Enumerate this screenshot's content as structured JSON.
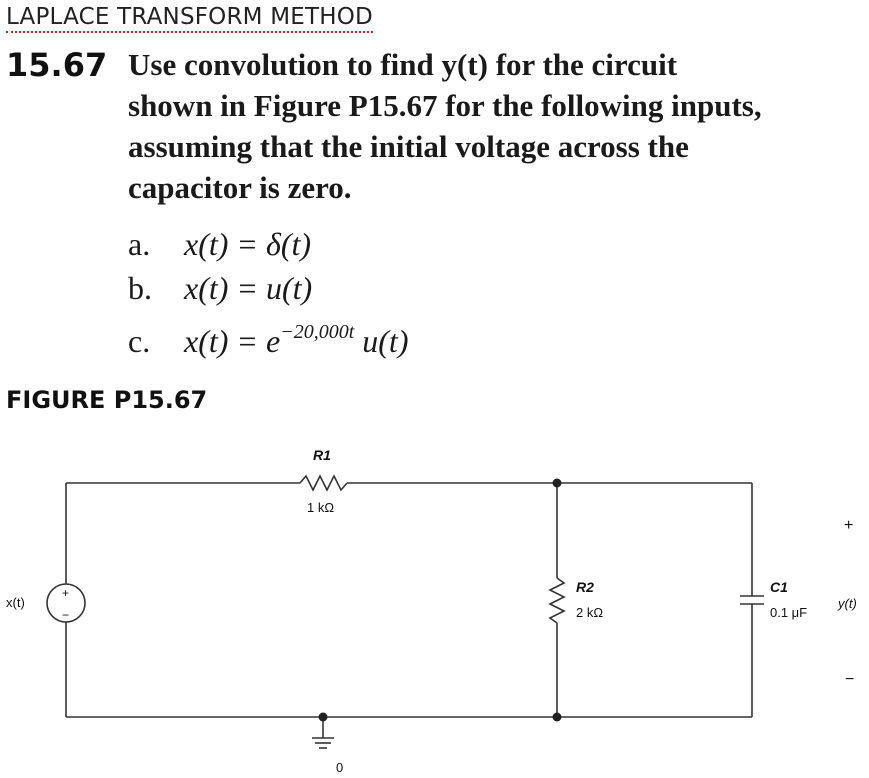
{
  "header": {
    "title": "LAPLACE TRANSFORM METHOD"
  },
  "problem": {
    "number": "15.67",
    "lines": [
      "Use convolution to find y(t) for the circuit",
      "shown in Figure P15.67 for the following inputs,",
      "assuming that the initial voltage across the",
      "capacitor is zero."
    ],
    "parts": [
      {
        "letter": "a.",
        "lhs": "x(t) = δ(t)",
        "exp": "",
        "rhs": ""
      },
      {
        "letter": "b.",
        "lhs": "x(t) = u(t)",
        "exp": "",
        "rhs": ""
      },
      {
        "letter": "c.",
        "lhs": "x(t) = e",
        "exp": "−20,000t",
        "rhs": " u(t)"
      }
    ]
  },
  "figure": {
    "label": "FIGURE P15.67",
    "r1": {
      "name": "R1",
      "value": "1 kΩ"
    },
    "r2": {
      "name": "R2",
      "value": "2 kΩ"
    },
    "c1": {
      "name": "C1",
      "value": "0.1 μF"
    },
    "source": {
      "label": "x(t)",
      "plus": "+",
      "minus": "−"
    },
    "output": {
      "label": "y(t)",
      "plus": "+",
      "minus": "−"
    },
    "ground": {
      "label": "0"
    }
  }
}
